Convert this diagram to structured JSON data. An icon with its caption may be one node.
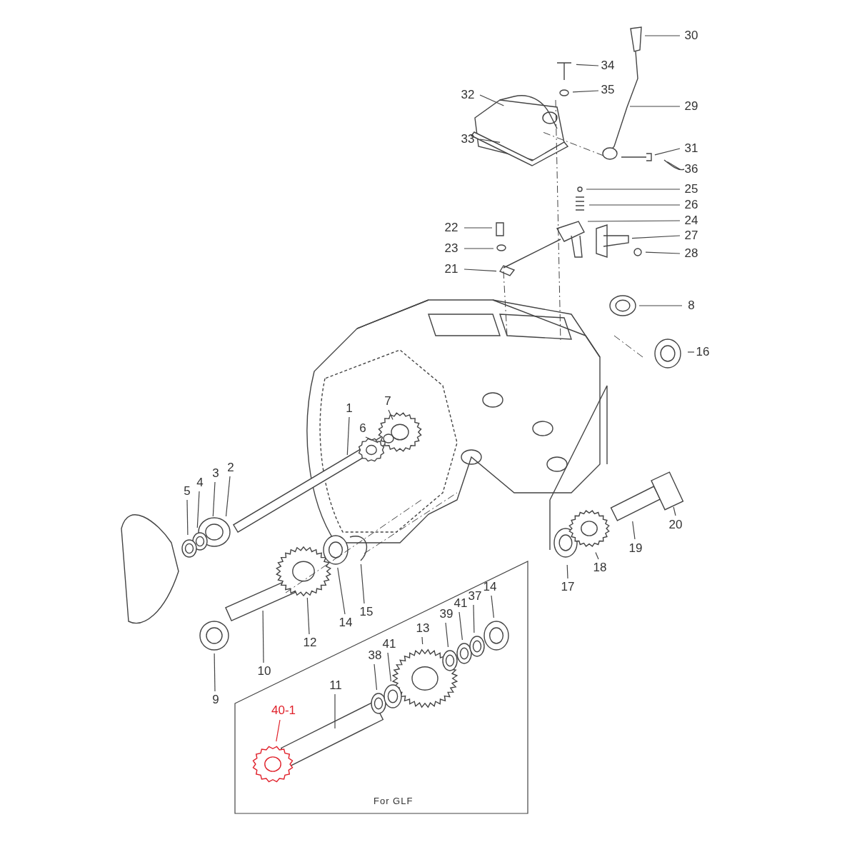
{
  "diagram": {
    "nodes": [
      {
        "text": [
          "30"
        ]
      },
      {
        "text": [
          "34"
        ]
      },
      {
        "text": [
          "32"
        ]
      },
      {
        "text": [
          "35"
        ]
      },
      {
        "text": [
          "29"
        ]
      },
      {
        "text": [
          "33"
        ]
      },
      {
        "text": [
          "31"
        ]
      },
      {
        "text": [
          "36"
        ]
      },
      {
        "text": [
          "25"
        ]
      },
      {
        "text": [
          "26"
        ]
      },
      {
        "text": [
          "24"
        ]
      },
      {
        "text": [
          "22"
        ]
      },
      {
        "text": [
          "27"
        ]
      },
      {
        "text": [
          "23"
        ]
      },
      {
        "text": [
          "28"
        ]
      },
      {
        "text": [
          "21"
        ]
      },
      {
        "text": [
          "8"
        ]
      },
      {
        "text": [
          "16"
        ]
      },
      {
        "text": [
          "1"
        ]
      },
      {
        "text": [
          "7"
        ]
      },
      {
        "text": [
          "6"
        ]
      },
      {
        "text": [
          "2"
        ]
      },
      {
        "text": [
          "3"
        ]
      },
      {
        "text": [
          "4"
        ]
      },
      {
        "text": [
          "5"
        ]
      },
      {
        "text": [
          "20"
        ]
      },
      {
        "text": [
          "19"
        ]
      },
      {
        "text": [
          "18"
        ]
      },
      {
        "text": [
          "17"
        ]
      },
      {
        "text": [
          "14"
        ]
      },
      {
        "text": [
          "15"
        ]
      },
      {
        "text": [
          "12"
        ]
      },
      {
        "text": [
          "10"
        ]
      },
      {
        "text": [
          "9"
        ]
      },
      {
        "text": [
          "For GLF"
        ]
      },
      {
        "text": [
          "14"
        ],
        "in": 34
      },
      {
        "text": [
          "37"
        ],
        "in": 34
      },
      {
        "text": [
          "41"
        ],
        "in": 34
      },
      {
        "text": [
          "39"
        ],
        "in": 34
      },
      {
        "text": [
          "13"
        ],
        "in": 34
      },
      {
        "text": [
          "41"
        ],
        "in": 34
      },
      {
        "text": [
          "38"
        ],
        "in": 34
      },
      {
        "text": [
          "11"
        ],
        "in": 34
      },
      {
        "text": [
          "40-1"
        ],
        "in": 34
      }
    ],
    "edges": [
      {
        "from": 0,
        "to": null,
        "arrow": "none"
      },
      {
        "from": 1,
        "to": null,
        "arrow": "none"
      },
      {
        "from": 2,
        "to": null,
        "arrow": "none"
      },
      {
        "from": 3,
        "to": null,
        "arrow": "none"
      },
      {
        "from": 4,
        "to": null,
        "arrow": "none"
      },
      {
        "from": 5,
        "to": null,
        "arrow": "none"
      },
      {
        "from": 6,
        "to": null,
        "arrow": "none"
      },
      {
        "from": 7,
        "to": null,
        "arrow": "none"
      },
      {
        "from": 8,
        "to": null,
        "arrow": "none"
      },
      {
        "from": 9,
        "to": null,
        "arrow": "none"
      },
      {
        "from": 10,
        "to": null,
        "arrow": "none"
      },
      {
        "from": 11,
        "to": null,
        "arrow": "none"
      },
      {
        "from": 12,
        "to": null,
        "arrow": "none"
      },
      {
        "from": 13,
        "to": null,
        "arrow": "none"
      },
      {
        "from": 14,
        "to": null,
        "arrow": "none"
      },
      {
        "from": 15,
        "to": null,
        "arrow": "none"
      },
      {
        "from": 16,
        "to": null,
        "arrow": "none"
      },
      {
        "from": 17,
        "to": null,
        "arrow": "none"
      },
      {
        "from": 18,
        "to": null,
        "arrow": "none"
      },
      {
        "from": 19,
        "to": null,
        "arrow": "none"
      },
      {
        "from": 20,
        "to": null,
        "arrow": "none"
      },
      {
        "from": 21,
        "to": null,
        "arrow": "none"
      },
      {
        "from": 22,
        "to": null,
        "arrow": "none"
      },
      {
        "from": 23,
        "to": null,
        "arrow": "none"
      },
      {
        "from": 24,
        "to": null,
        "arrow": "none"
      },
      {
        "from": 25,
        "to": null,
        "arrow": "none"
      },
      {
        "from": 26,
        "to": null,
        "arrow": "none"
      },
      {
        "from": 27,
        "to": null,
        "arrow": "none"
      },
      {
        "from": 28,
        "to": null,
        "arrow": "none"
      },
      {
        "from": 29,
        "to": null,
        "arrow": "none"
      },
      {
        "from": 30,
        "to": null,
        "arrow": "none"
      },
      {
        "from": 31,
        "to": null,
        "arrow": "none"
      },
      {
        "from": 32,
        "to": null,
        "arrow": "none"
      },
      {
        "from": 33,
        "to": null,
        "arrow": "none"
      },
      {
        "from": 35,
        "to": null,
        "arrow": "none"
      },
      {
        "from": 36,
        "to": null,
        "arrow": "none"
      },
      {
        "from": 37,
        "to": null,
        "arrow": "none"
      },
      {
        "from": 38,
        "to": null,
        "arrow": "none"
      },
      {
        "from": 39,
        "to": null,
        "arrow": "none"
      },
      {
        "from": 40,
        "to": null,
        "arrow": "none"
      },
      {
        "from": 41,
        "to": null,
        "arrow": "none"
      },
      {
        "from": 42,
        "to": null,
        "arrow": "none"
      },
      {
        "from": 43,
        "to": null,
        "arrow": "none",
        "color": "#e0202a"
      }
    ]
  }
}
